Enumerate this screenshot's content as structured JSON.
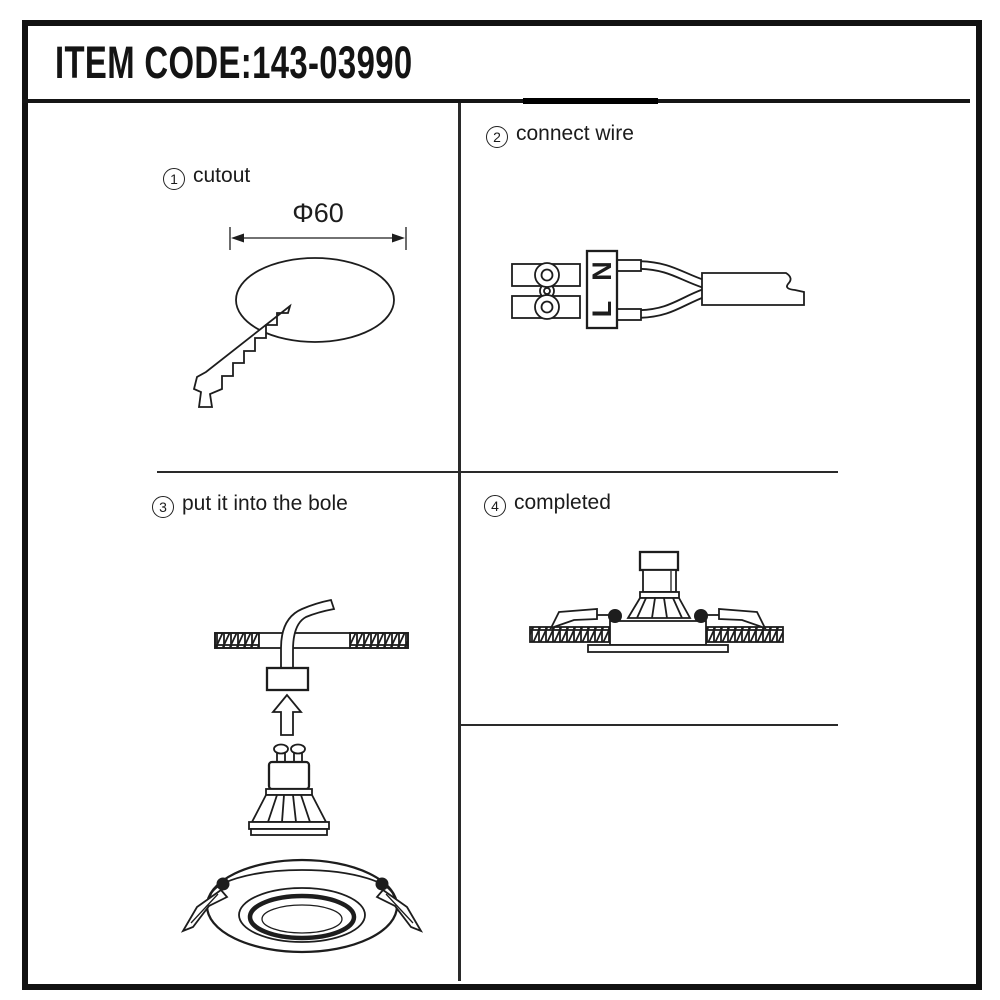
{
  "header": {
    "item_code": "ITEM CODE:143-03990"
  },
  "steps": [
    {
      "num": "1",
      "label": "cutout"
    },
    {
      "num": "2",
      "label": "connect wire"
    },
    {
      "num": "3",
      "label": "put it into the bole"
    },
    {
      "num": "4",
      "label": "completed"
    }
  ],
  "panel1": {
    "dimension": "Φ60"
  },
  "panel2": {
    "terminal_n": "N",
    "terminal_l": "L"
  },
  "colors": {
    "ink": "#1d1d1d",
    "paper": "#ffffff"
  }
}
